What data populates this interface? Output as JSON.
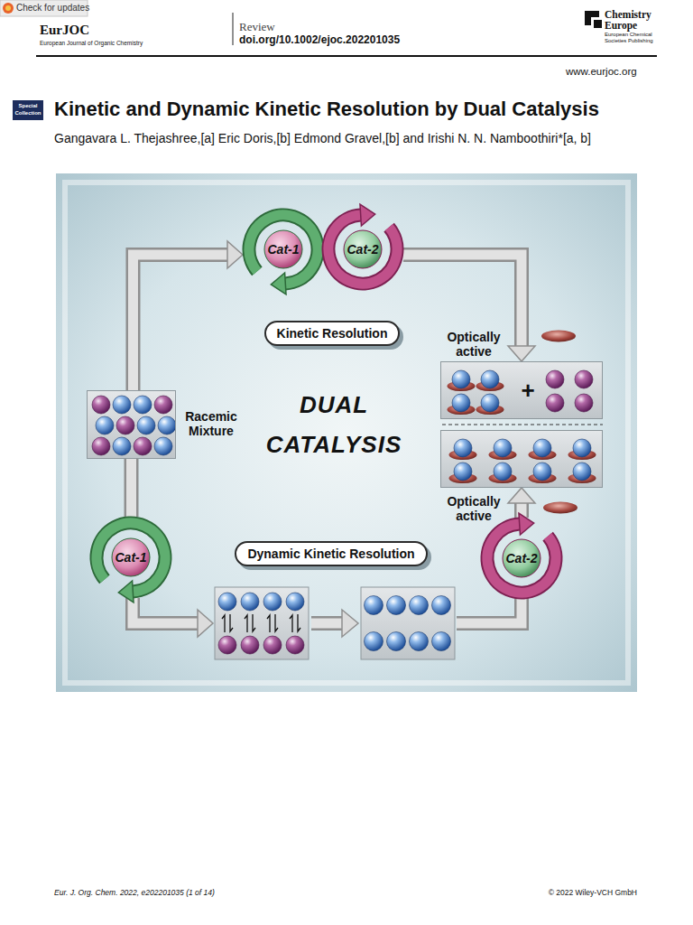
{
  "diagram": {
    "title": "Kinetic and Dynamic Kinetic Resolution by Dual Catalysis",
    "nodes": [
      {
        "text": [
          "Cat-1"
        ]
      },
      {
        "text": [
          "Cat-2"
        ]
      },
      {
        "text": [
          "Kinetic Resolution"
        ]
      },
      {
        "text": [
          "Optically active"
        ]
      },
      {
        "text": [
          "Racemic Mixture"
        ]
      },
      {
        "text": [
          "Optically active"
        ]
      },
      {
        "text": [
          "Cat-1"
        ]
      },
      {
        "text": [
          "Dynamic Kinetic Resolution"
        ]
      },
      {
        "text": [
          "Cat-2"
        ]
      }
    ],
    "edges": [
      {
        "from": 4,
        "to": 0,
        "arrow": "to"
      },
      {
        "from": 1,
        "to": 3,
        "arrow": "to"
      },
      {
        "from": 4,
        "to": 6,
        "arrow": "none"
      },
      {
        "from": 8,
        "to": 5,
        "arrow": "to"
      }
    ],
    "labels": [
      "Check for updates",
      "EurJOC",
      "European Journal of Organic Chemistry",
      "Review",
      "doi.org/10.1002/ejoc.202201035",
      "Chemistry Europe",
      "European Chemical Societies Publishing",
      "www.eurjoc.org",
      "Special Collection",
      "Gangavara L. Thejashree,[a] Eric Doris,[b] Edmond Gravel,[b] and Irishi N. N. Namboothiri*[a, b]",
      "DUAL CATALYSIS",
      "+",
      "Eur. J. Org. Chem. 2022, e202201035 (1 of 14)",
      "© 2022 Wiley-VCH GmbH"
    ]
  }
}
